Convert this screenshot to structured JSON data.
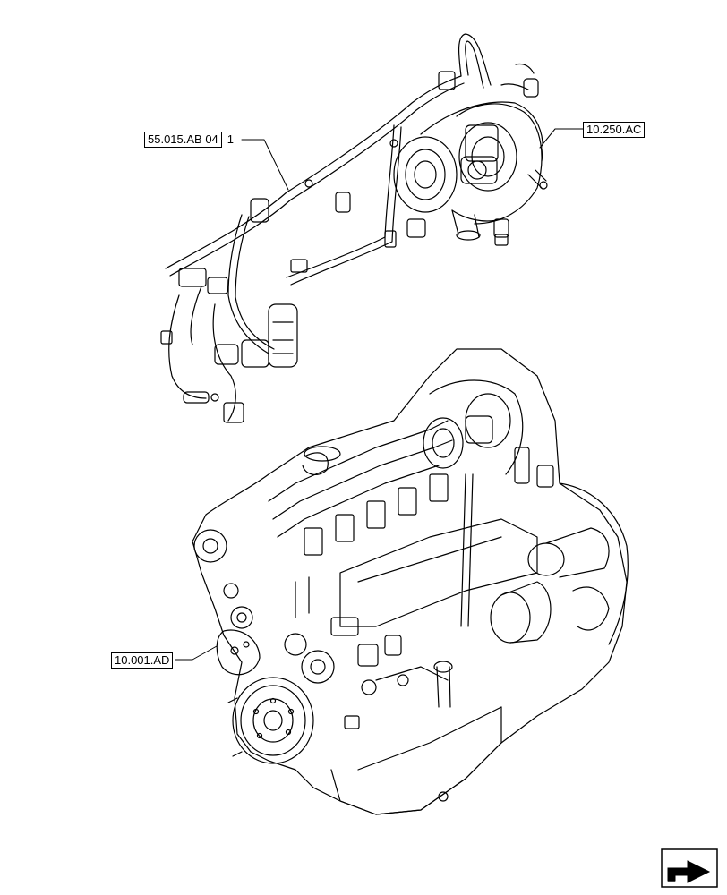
{
  "callouts": {
    "harness_ref": "55.015.AB 04",
    "harness_item": "1",
    "turbo_ref": "10.250.AC",
    "engine_ref": "10.001.AD"
  },
  "icons": {
    "navigation": "next-page-arrow-icon"
  },
  "colors": {
    "line": "#000000",
    "background": "#ffffff"
  }
}
